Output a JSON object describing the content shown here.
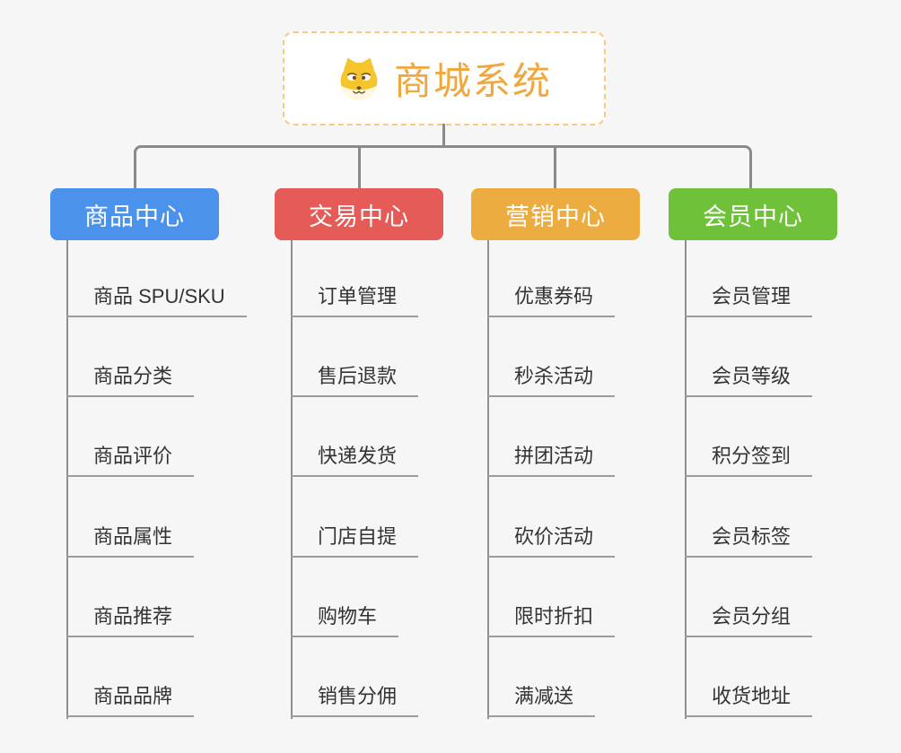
{
  "page": {
    "background": "#F6F6F6",
    "connector_color": "#8A8A8A"
  },
  "root": {
    "title": "商城系统",
    "icon": "dog-face-icon",
    "text_color": "#EFA73E",
    "border_color": "#F7CA7E"
  },
  "branches": [
    {
      "label": "商品中心",
      "color": "#4B92EC",
      "items": [
        "商品 SPU/SKU",
        "商品分类",
        "商品评价",
        "商品属性",
        "商品推荐",
        "商品品牌"
      ]
    },
    {
      "label": "交易中心",
      "color": "#E45B58",
      "items": [
        "订单管理",
        "售后退款",
        "快递发货",
        "门店自提",
        "购物车",
        "销售分佣"
      ]
    },
    {
      "label": "营销中心",
      "color": "#EDAC3F",
      "items": [
        "优惠券码",
        "秒杀活动",
        "拼团活动",
        "砍价活动",
        "限时折扣",
        "满减送"
      ]
    },
    {
      "label": "会员中心",
      "color": "#70C13A",
      "items": [
        "会员管理",
        "会员等级",
        "积分签到",
        "会员标签",
        "会员分组",
        "收货地址"
      ]
    }
  ]
}
